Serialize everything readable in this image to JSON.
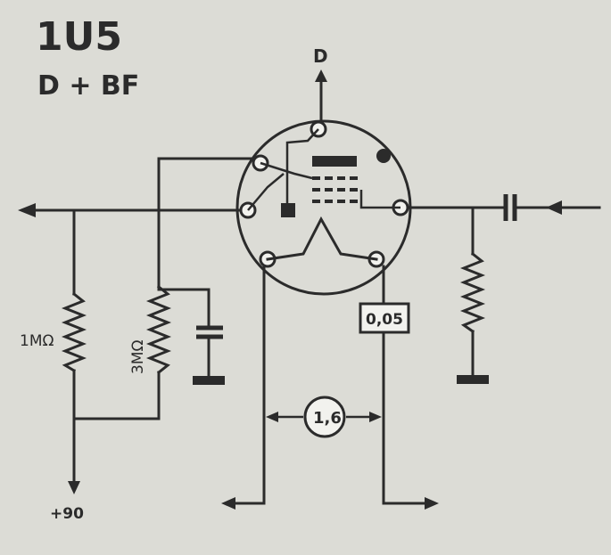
{
  "header": {
    "tube_type": "1U5",
    "function": "D + BF"
  },
  "labels": {
    "diode_output": "D",
    "supply_voltage": "+90",
    "r_left": "1MΩ",
    "r_grid": "3MΩ",
    "anode_voltage_box": "0,05",
    "filament_voltage": "1,6"
  },
  "colors": {
    "background": "#dcdcd6",
    "ink": "#2b2b2b",
    "pin_fill": "#f2f2ee"
  },
  "icons": [
    "resistor-zigzag",
    "capacitor",
    "ground-symbol",
    "arrow"
  ]
}
